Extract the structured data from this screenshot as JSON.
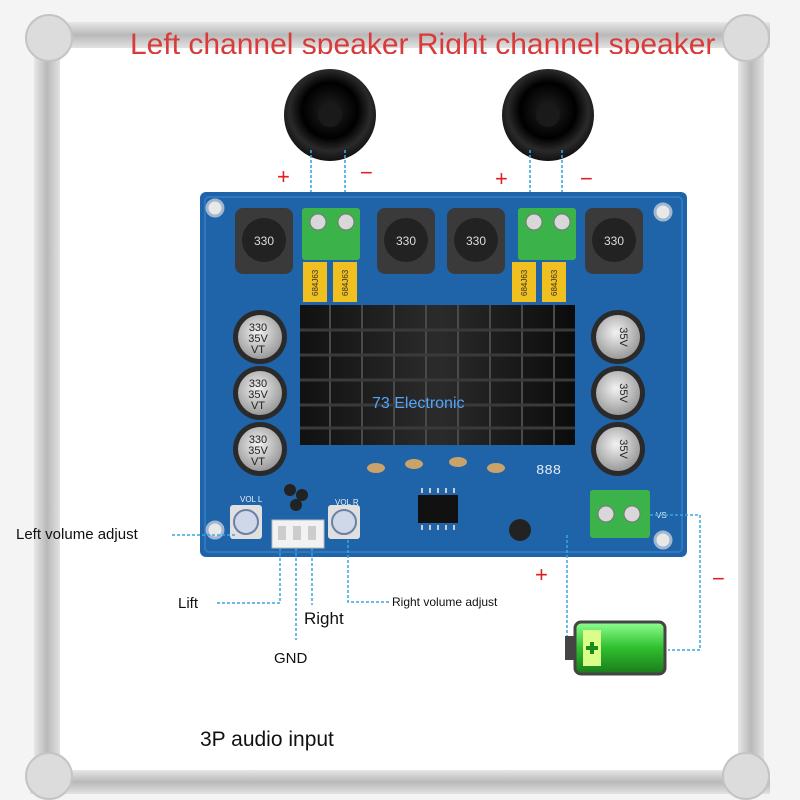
{
  "top_caption": "Left channel speaker   Right channel speaker",
  "labels": {
    "left_volume": "Left volume adjust",
    "lift": "Lift",
    "right": "Right",
    "gnd": "GND",
    "right_volume": "Right volume adjust",
    "audio_input": "3P audio input",
    "plus": "+",
    "minus": "−"
  },
  "board": {
    "brand": "73 Electronic",
    "inductor_value": "330",
    "capacitor_lines": [
      "330",
      "35V",
      "VT"
    ],
    "film_cap_text": "684J63",
    "digits": "888",
    "silk_vol_l": "VOL L",
    "silk_vol_r": "VOL R",
    "silk_vs": "VS"
  },
  "colors": {
    "pcb": "#1f63a8",
    "wire": "#3aa7e0",
    "polarity": "#e02020",
    "battery": "#3cc23c"
  }
}
